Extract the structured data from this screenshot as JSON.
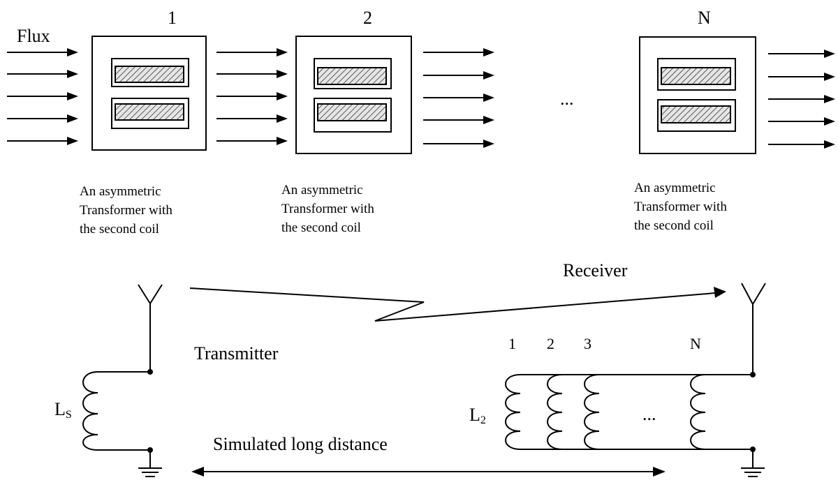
{
  "flux_label": "Flux",
  "stages": [
    {
      "index": "1",
      "desc": [
        "An asymmetric",
        "Transformer with",
        "the second coil"
      ]
    },
    {
      "index": "2",
      "desc": [
        "An asymmetric",
        "Transformer with",
        "the second coil"
      ]
    },
    {
      "index": "N",
      "desc": [
        "An asymmetric",
        "Transformer with",
        "the second coil"
      ]
    }
  ],
  "top_ellipsis": "...",
  "receiver_label": "Receiver",
  "transmitter_label": "Transmitter",
  "ls_label": {
    "main": "L",
    "sub": "S"
  },
  "l2_label": {
    "main": "L",
    "sub": "2"
  },
  "coil_labels": [
    "1",
    "2",
    "3",
    "N"
  ],
  "coil_ellipsis": "...",
  "distance_label": "Simulated long distance"
}
